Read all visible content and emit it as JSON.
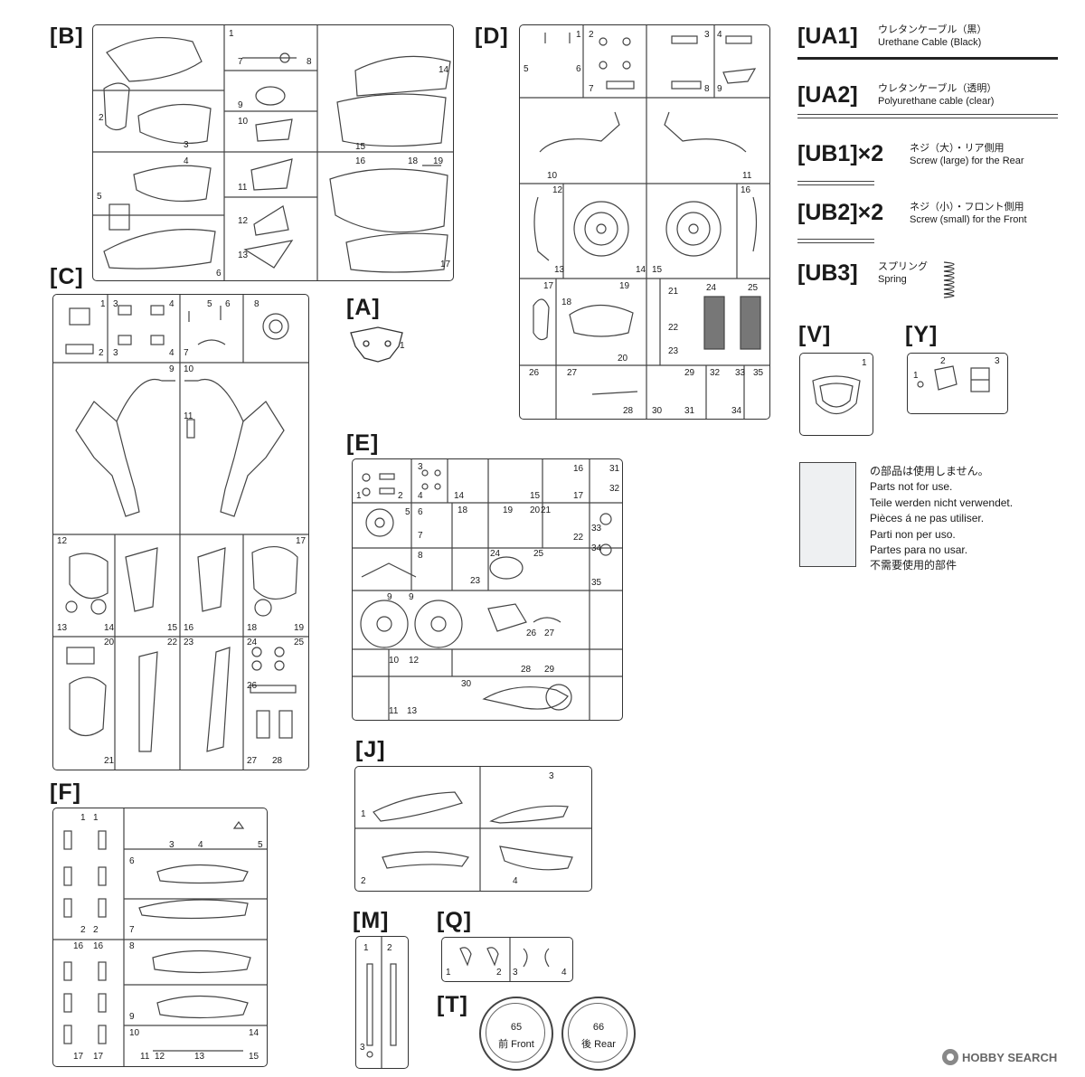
{
  "panel_labels": {
    "B": "[B]",
    "C": "[C]",
    "A": "[A]",
    "D": "[D]",
    "E": "[E]",
    "F": "[F]",
    "J": "[J]",
    "M": "[M]",
    "Q": "[Q]",
    "T": "[T]",
    "V": "[V]",
    "Y": "[Y]"
  },
  "parts_list": [
    {
      "code": "[UA1]",
      "jp": "ウレタンケーブル（黒）",
      "en": "Urethane Cable (Black)"
    },
    {
      "code": "[UA2]",
      "jp": "ウレタンケーブル（透明）",
      "en": "Polyurethane cable (clear)"
    },
    {
      "code": "[UB1]×2",
      "jp": "ネジ（大）・リア側用",
      "en": "Screw (large) for the Rear"
    },
    {
      "code": "[UB2]×2",
      "jp": "ネジ（小）・フロント側用",
      "en": "Screw (small) for the Front"
    },
    {
      "code": "[UB3]",
      "jp": "スプリング",
      "en": "Spring"
    }
  ],
  "not_for_use": [
    "の部品は使用しません。",
    "Parts not for use.",
    "Teile werden nicht verwendet.",
    "Pièces á ne pas utiliser.",
    "Parti non per uso.",
    "Partes para no usar.",
    "不需要使用的部件"
  ],
  "tires": [
    {
      "num": "65",
      "label": "前 Front"
    },
    {
      "num": "66",
      "label": "後 Rear"
    }
  ],
  "watermark": "HOBBY SEARCH",
  "numbers": {
    "B": [
      "1",
      "2",
      "3",
      "4",
      "5",
      "6",
      "7",
      "8",
      "9",
      "10",
      "11",
      "12",
      "13",
      "14",
      "15",
      "16",
      "17",
      "18",
      "19"
    ],
    "C": [
      "1",
      "2",
      "3",
      "4",
      "3",
      "4",
      "5",
      "6",
      "7",
      "8",
      "9",
      "10",
      "11",
      "12",
      "13",
      "14",
      "15",
      "16",
      "17",
      "18",
      "19",
      "20",
      "21",
      "22",
      "23",
      "24",
      "25",
      "26",
      "27",
      "28"
    ],
    "A": [
      "1"
    ],
    "D": [
      "1",
      "2",
      "3",
      "4",
      "5",
      "6",
      "7",
      "8",
      "9",
      "10",
      "11",
      "12",
      "13",
      "14",
      "15",
      "16",
      "17",
      "18",
      "19",
      "20",
      "21",
      "22",
      "23",
      "24",
      "25",
      "26",
      "27",
      "28",
      "29",
      "30",
      "31",
      "32",
      "33",
      "34",
      "35"
    ],
    "E": [
      "1",
      "2",
      "3",
      "4",
      "5",
      "6",
      "7",
      "8",
      "9",
      "9",
      "10",
      "11",
      "12",
      "13",
      "14",
      "15",
      "16",
      "17",
      "18",
      "19",
      "20",
      "21",
      "22",
      "23",
      "24",
      "25",
      "26",
      "27",
      "28",
      "29",
      "30",
      "31",
      "32",
      "33",
      "34",
      "35"
    ],
    "F": [
      "1",
      "1",
      "2",
      "2",
      "3",
      "4",
      "5",
      "6",
      "7",
      "8",
      "9",
      "10",
      "11",
      "12",
      "13",
      "14",
      "15",
      "16",
      "16",
      "17",
      "17"
    ],
    "J": [
      "1",
      "2",
      "3",
      "4"
    ],
    "M": [
      "1",
      "2",
      "3"
    ],
    "Q": [
      "1",
      "2",
      "3",
      "4"
    ],
    "V": [
      "1"
    ],
    "Y": [
      "1",
      "2",
      "3"
    ]
  }
}
